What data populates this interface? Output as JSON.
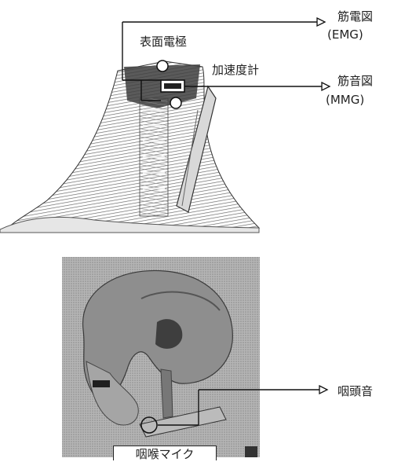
{
  "labels": {
    "surface_electrode": "表面電極",
    "accelerometer": "加速度計",
    "emg_jp": "筋電図",
    "emg_en": "(EMG)",
    "mmg_jp": "筋音図",
    "mmg_en": "(MMG)",
    "pharynx_sound": "咽頭音",
    "throat_mic": "咽喉マイク"
  },
  "colors": {
    "line": "#111111",
    "muscle_dark": "#5a5a5a",
    "muscle_mid": "#9a9a9a",
    "muscle_light": "#d4d4d4",
    "xray_bg": "#c8c8c8"
  }
}
